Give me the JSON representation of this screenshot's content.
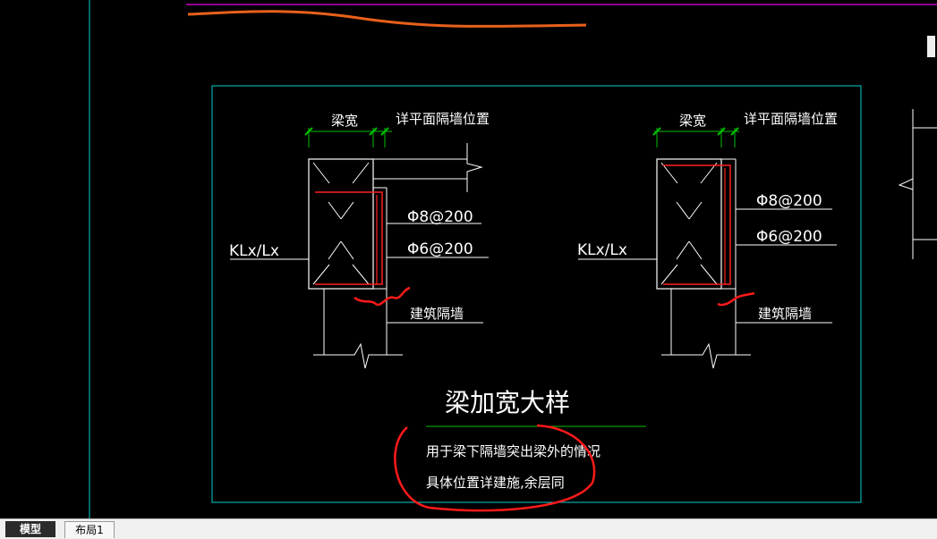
{
  "drawing": {
    "title": "梁加宽大样",
    "note_line1": "用于梁下隔墙突出梁外的情况",
    "note_line2": "具体位置详建施,余层同",
    "left_detail": {
      "beam_width": "梁宽",
      "wall_position": "详平面隔墙位置",
      "rebar_1": "Φ8@200",
      "rebar_2": "Φ6@200",
      "beam_label": "KLx/Lx",
      "wall_label": "建筑隔墙"
    },
    "right_detail": {
      "beam_width": "梁宽",
      "wall_position": "详平面隔墙位置",
      "rebar_1": "Φ8@200",
      "rebar_2": "Φ6@200",
      "beam_label": "KLx/Lx",
      "wall_label": "建筑隔墙"
    }
  },
  "tabs": {
    "model": "模型",
    "layout1": "布局1"
  },
  "colors": {
    "background": "#000000",
    "frame": "#00d0d0",
    "dimension": "#00c000",
    "linework": "#ffffff",
    "rebar": "#ff2020",
    "annotation_red": "#ff1a1a",
    "annotation_orange": "#e8601a",
    "top_line": "#c000c0"
  }
}
